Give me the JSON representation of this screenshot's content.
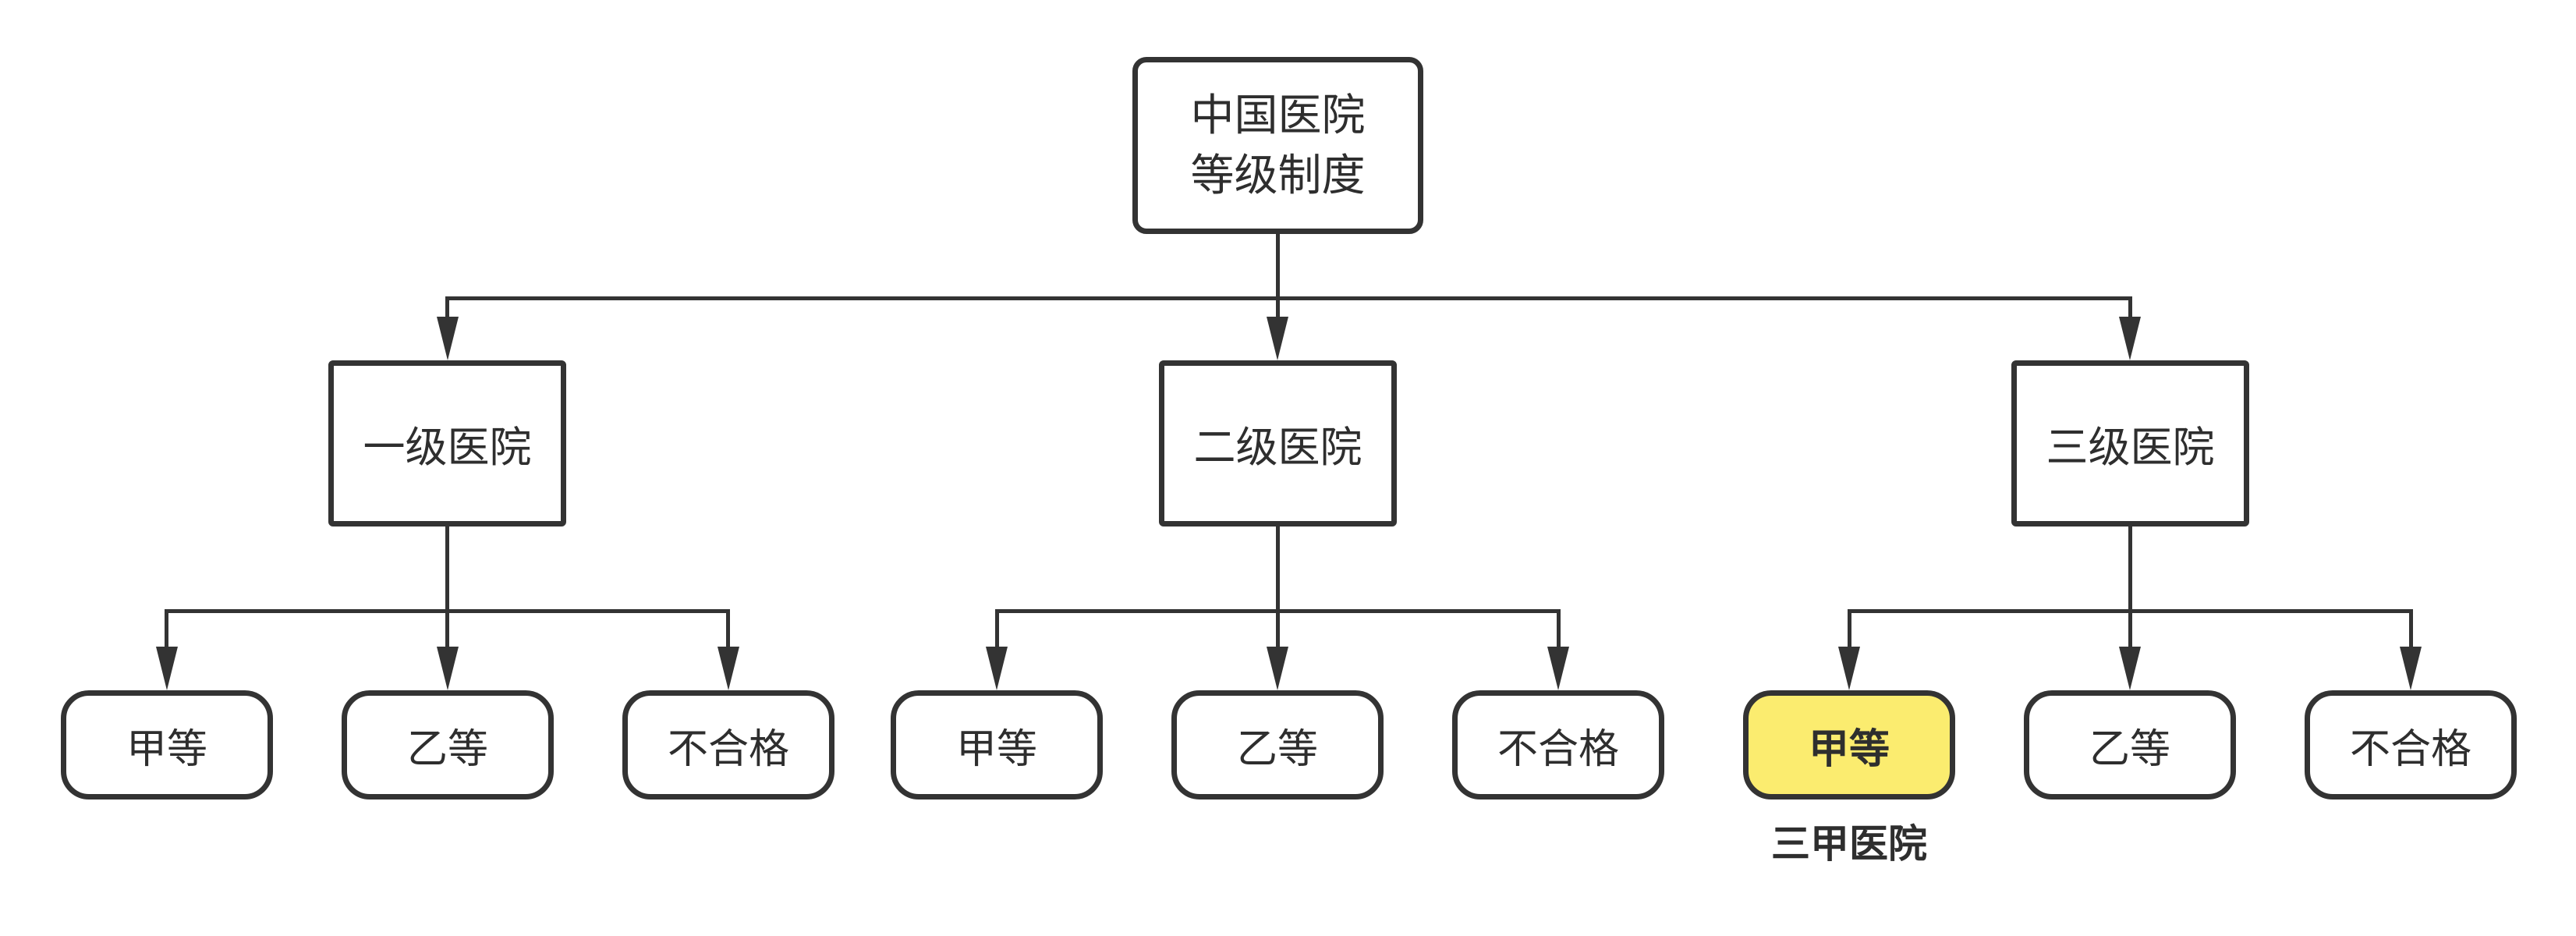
{
  "diagram": {
    "root": {
      "line1": "中国医院",
      "line2": "等级制度"
    },
    "levels": [
      {
        "label": "一级医院",
        "children": [
          {
            "label": "甲等"
          },
          {
            "label": "乙等"
          },
          {
            "label": "不合格"
          }
        ]
      },
      {
        "label": "二级医院",
        "children": [
          {
            "label": "甲等"
          },
          {
            "label": "乙等"
          },
          {
            "label": "不合格"
          }
        ]
      },
      {
        "label": "三级医院",
        "children": [
          {
            "label": "甲等",
            "highlighted": true
          },
          {
            "label": "乙等"
          },
          {
            "label": "不合格"
          }
        ]
      }
    ],
    "annotation": {
      "label": "三甲医院"
    },
    "colors": {
      "stroke": "#333333",
      "text": "#2e2e2e",
      "highlight_fill": "#fbec6f",
      "node_fill": "#ffffff",
      "background": "#ffffff"
    }
  }
}
